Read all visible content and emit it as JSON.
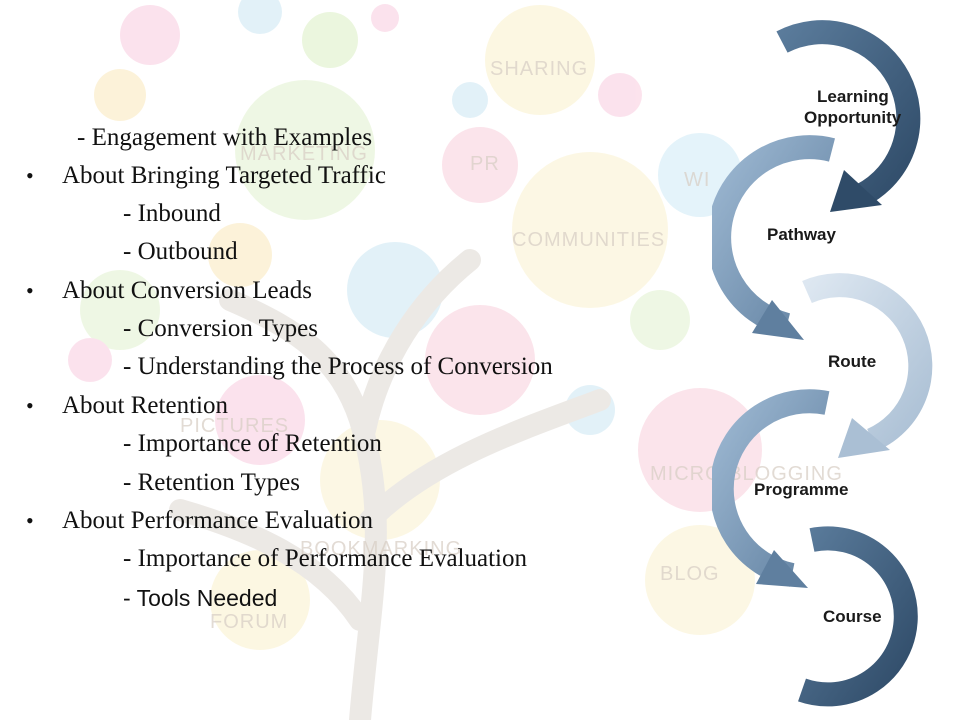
{
  "slide": {
    "lines": [
      {
        "kind": "sub-top",
        "text": "- Engagement with Examples"
      },
      {
        "kind": "head",
        "text": "About Bringing Targeted Traffic"
      },
      {
        "kind": "sub",
        "text": "- Inbound"
      },
      {
        "kind": "sub",
        "text": "- Outbound"
      },
      {
        "kind": "head",
        "text": "About Conversion Leads"
      },
      {
        "kind": "sub",
        "text": "- Conversion Types"
      },
      {
        "kind": "sub",
        "text": "- Understanding the Process of Conversion"
      },
      {
        "kind": "head",
        "text": "About Retention"
      },
      {
        "kind": "sub",
        "text": "- Importance of Retention"
      },
      {
        "kind": "sub",
        "text": "- Retention Types"
      },
      {
        "kind": "head",
        "text": "About Performance Evaluation"
      },
      {
        "kind": "sub",
        "text": "- Importance of Performance Evaluation"
      },
      {
        "kind": "sub-sans",
        "text": "- Tools Needed"
      }
    ],
    "bullet_symbol": "•"
  },
  "background_watermarks": {
    "sharing": "SHARING",
    "communities": "COMMUNITIES",
    "marketing": "MARKETING",
    "pr": "PR",
    "pictures": "PICTURES",
    "bookmarking": "BOOKMARKING",
    "forum": "FORUM",
    "micro_blog": "MICRO BLOGGING",
    "blog": "BLOG",
    "wi": "WI"
  },
  "cycle_diagram": {
    "labels": {
      "learning_1": "Learning",
      "learning_2": "Opportunity",
      "pathway": "Pathway",
      "route": "Route",
      "programme": "Programme",
      "course": "Course"
    },
    "colors": {
      "dark": "#3f5f7f",
      "mid": "#7b9bbb",
      "light": "#c3d2e2"
    }
  }
}
